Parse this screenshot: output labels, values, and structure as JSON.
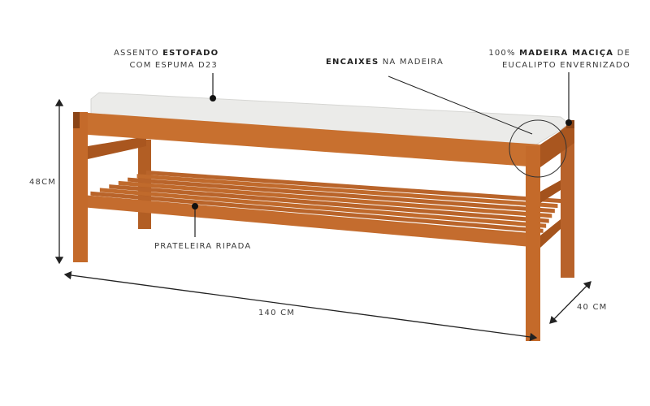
{
  "annotations": {
    "seat": {
      "line1_normal": "ASSENTO ",
      "line1_bold": "ESTOFADO",
      "line2": "COM ESPUMA D23"
    },
    "joints": {
      "bold": "ENCAIXES",
      "normal": " NA MADEIRA"
    },
    "wood": {
      "line1_normal_a": "100% ",
      "line1_bold": "MADEIRA MACIÇA",
      "line1_normal_b": " DE",
      "line2": "EUCALIPTO ENVERNIZADO"
    },
    "shelf": {
      "label": "PRATELEIRA RIPADA"
    }
  },
  "dimensions": {
    "height": "48CM",
    "width": "140 CM",
    "depth": "40 CM"
  },
  "colors": {
    "wood": "#c0682a",
    "wood_dark": "#9a4f1c",
    "cushion": "#ebebe9",
    "lines": "#222222"
  }
}
